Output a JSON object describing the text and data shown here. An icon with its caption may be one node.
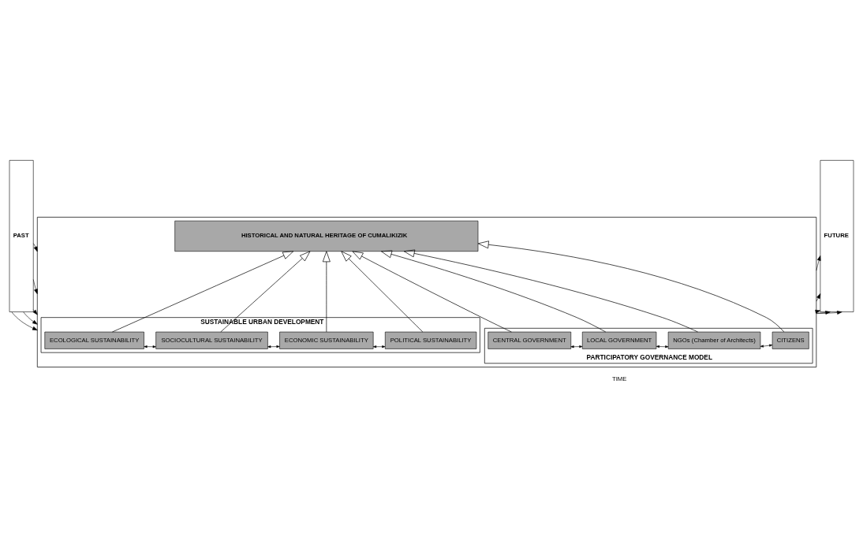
{
  "diagram": {
    "nodes": [
      {
        "text": [
          "PAST"
        ]
      },
      {
        "text": [],
        "shape": "box"
      },
      {
        "text": [
          "SUSTAINABLE URBAN DEVELOPMENT"
        ],
        "in": 1
      },
      {
        "text": [
          "ECOLOGICAL SUSTAINABILITY"
        ],
        "in": 2
      },
      {
        "text": [
          "SOCIOCULTURAL SUSTAINABILITY"
        ],
        "in": 2
      },
      {
        "text": [
          "ECONOMIC SUSTAINABILITY"
        ],
        "in": 2
      },
      {
        "text": [
          "POLITICAL SUSTAINABILITY"
        ],
        "in": 2
      },
      {
        "text": [
          "HISTORICAL AND NATURAL HERITAGE OF CUMALIKIZIK"
        ],
        "in": 1
      },
      {
        "text": [
          "PARTICIPATORY GOVERNANCE MODEL"
        ],
        "in": 1
      },
      {
        "text": [
          "CENTRAL GOVERNMENT"
        ],
        "in": 8
      },
      {
        "text": [
          "LOCAL GOVERNMENT"
        ],
        "in": 8
      },
      {
        "text": [
          "NGOs (Chamber of Architects)"
        ],
        "in": 8
      },
      {
        "text": [
          "CITIZENS"
        ],
        "in": 8
      },
      {
        "text": [
          "FUTURE"
        ]
      }
    ],
    "edges": [
      {
        "from": 3,
        "to": 4,
        "arrow": "both"
      },
      {
        "from": 4,
        "to": 5,
        "arrow": "both"
      },
      {
        "from": 5,
        "to": 6,
        "arrow": "both"
      },
      {
        "from": 3,
        "to": 7,
        "arrow": "to"
      },
      {
        "from": 4,
        "to": 7,
        "arrow": "to"
      },
      {
        "from": 5,
        "to": 7,
        "arrow": "to"
      },
      {
        "from": 6,
        "to": 7,
        "arrow": "to"
      },
      {
        "from": 9,
        "to": 7,
        "arrow": "to"
      },
      {
        "from": 10,
        "to": 7,
        "arrow": "to"
      },
      {
        "from": 11,
        "to": 7,
        "arrow": "to"
      },
      {
        "from": 12,
        "to": 7,
        "arrow": "to"
      },
      {
        "from": 9,
        "to": 10,
        "arrow": "both"
      },
      {
        "from": 10,
        "to": 11,
        "arrow": "both"
      },
      {
        "from": 11,
        "to": 12,
        "arrow": "both"
      },
      {
        "from": 0,
        "to": 1,
        "arrow": "to"
      },
      {
        "from": 0,
        "to": 1,
        "arrow": "to"
      },
      {
        "from": 0,
        "to": 1,
        "arrow": "to"
      },
      {
        "from": 0,
        "to": 1,
        "arrow": "to"
      },
      {
        "from": 0,
        "to": 1,
        "arrow": "to"
      },
      {
        "from": 1,
        "to": 13,
        "arrow": "to"
      },
      {
        "from": 1,
        "to": 13,
        "arrow": "to"
      },
      {
        "from": 1,
        "to": 13,
        "arrow": "to"
      },
      {
        "from": 1,
        "to": 13,
        "arrow": "to"
      },
      {
        "from": 1,
        "to": 13,
        "arrow": "to"
      }
    ],
    "labels": [
      "TIME"
    ]
  }
}
